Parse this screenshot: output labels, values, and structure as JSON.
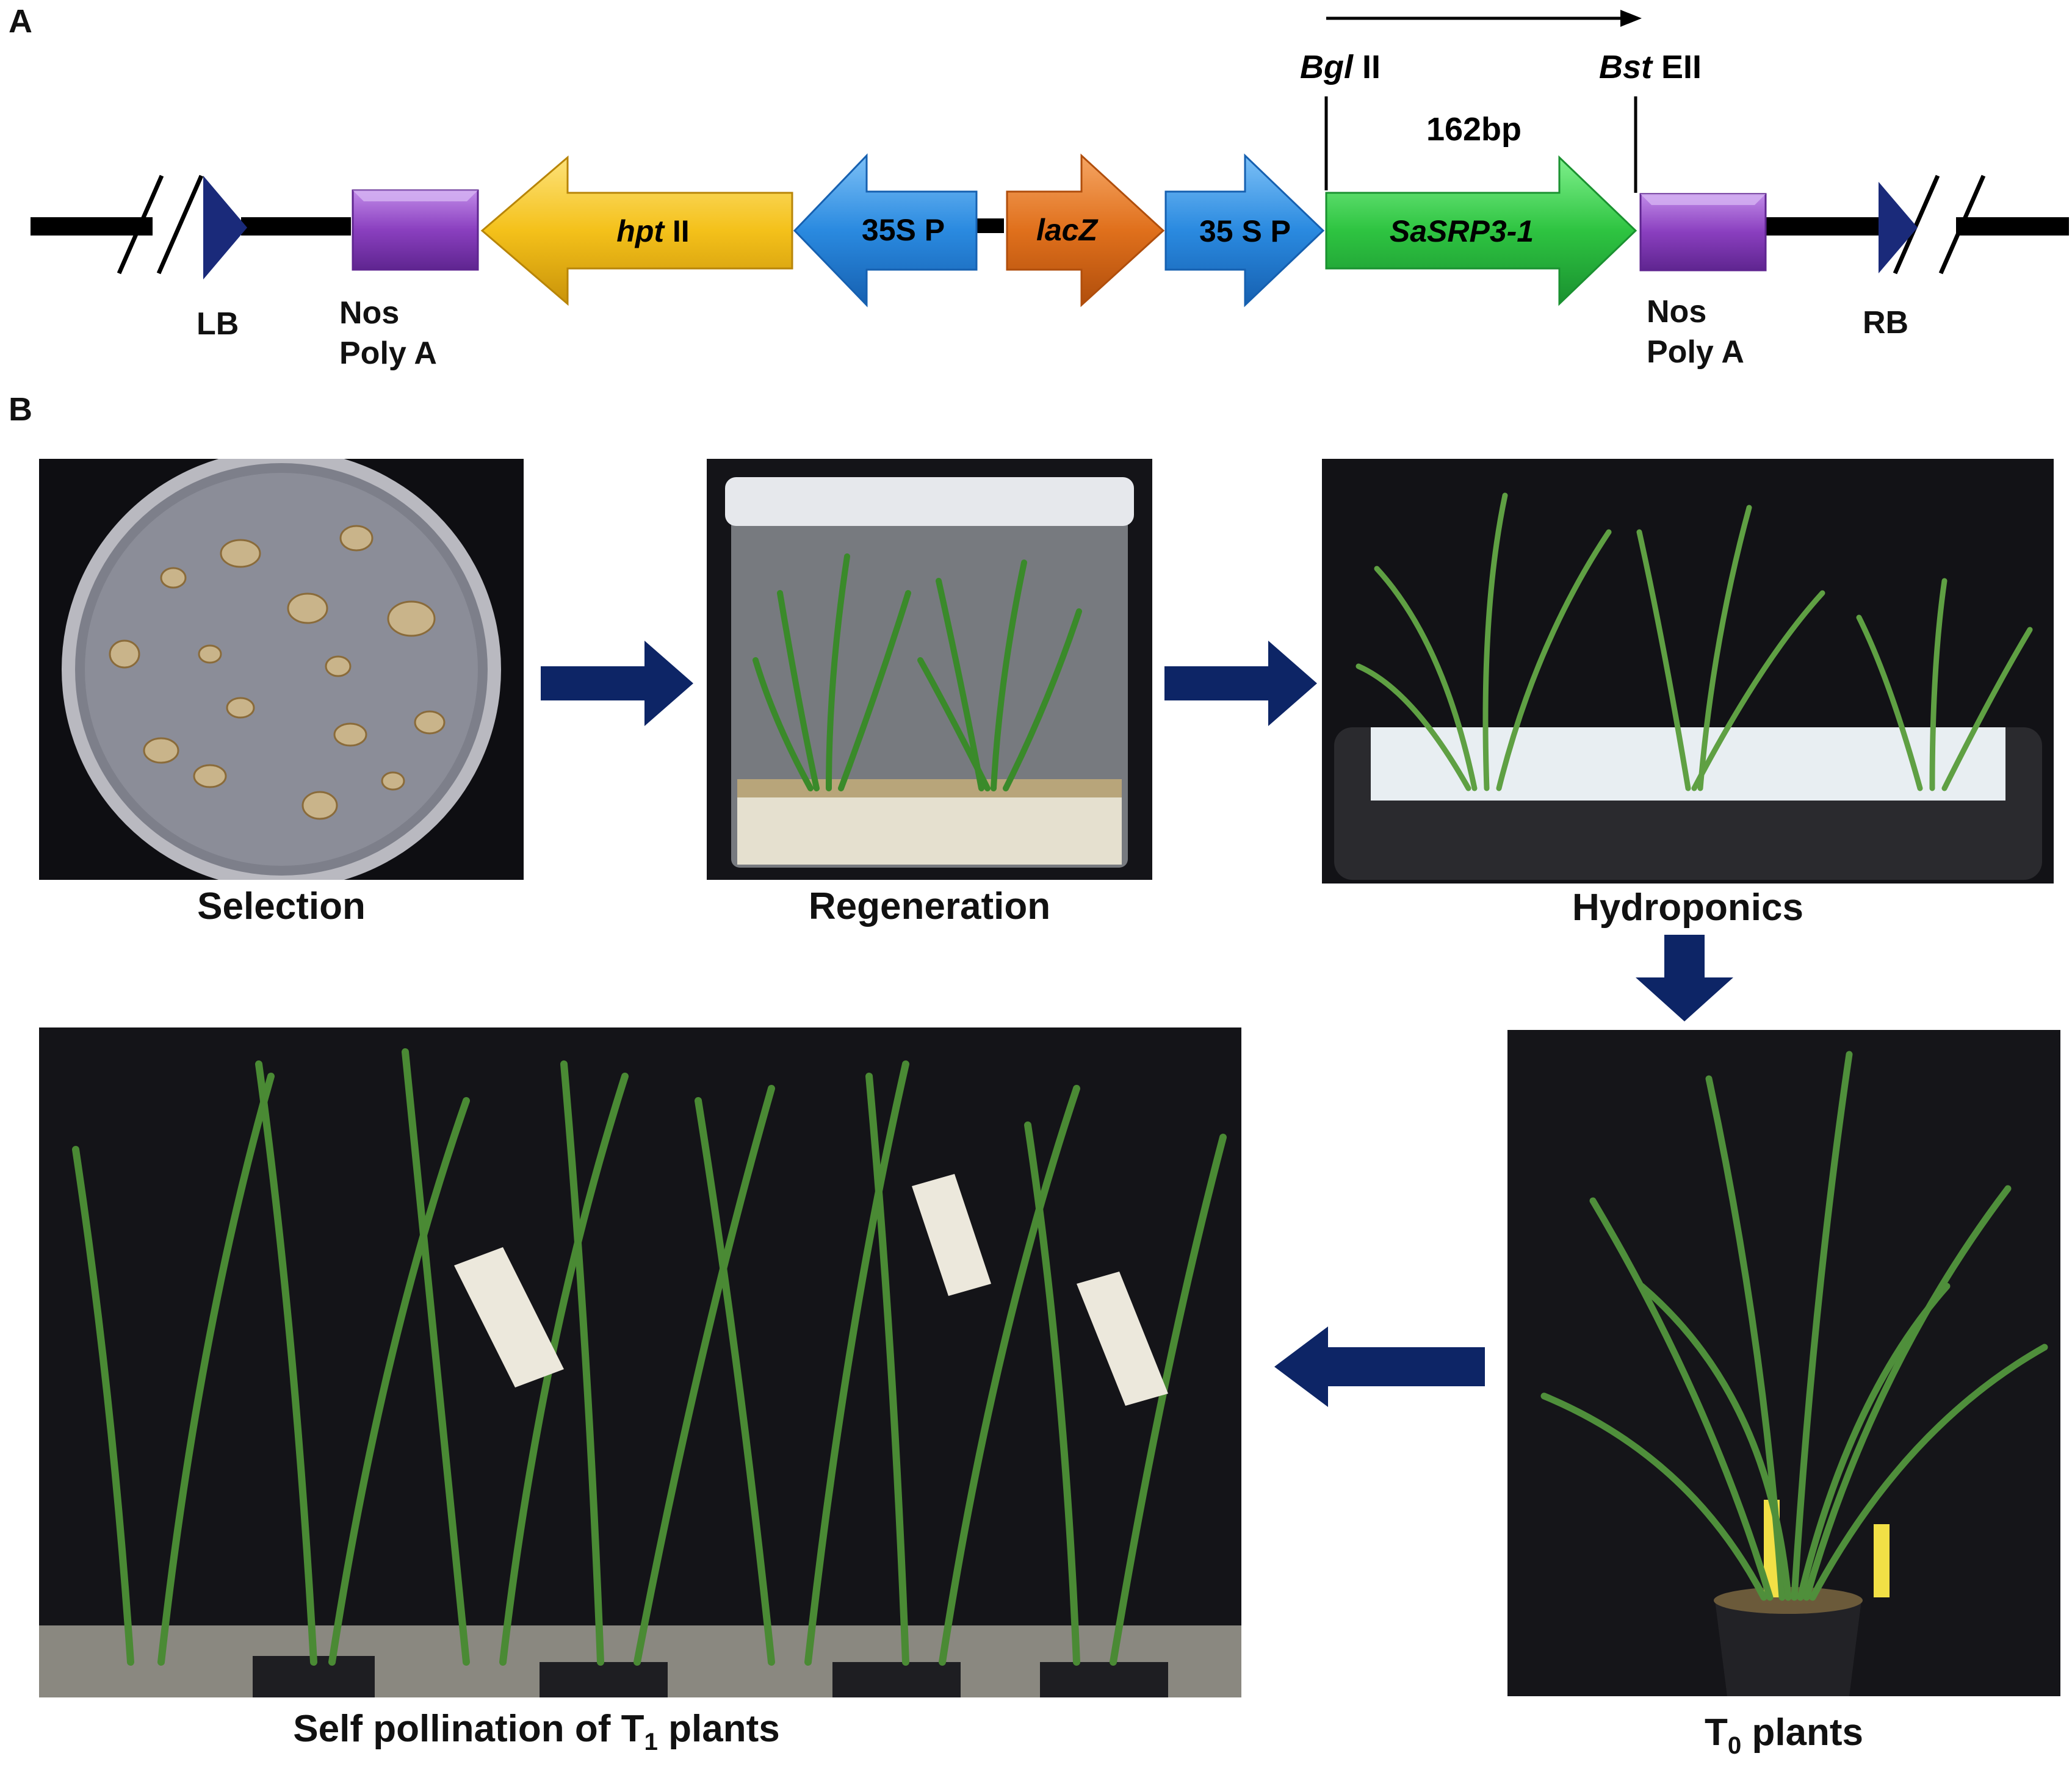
{
  "panels": {
    "a": "A",
    "b": "B"
  },
  "construct": {
    "LB": "LB",
    "RB": "RB",
    "nos_left_line1": "Nos",
    "nos_left_line2": "Poly A",
    "nos_right_line1": "Nos",
    "nos_right_line2": "Poly A",
    "hptII_italic": "hpt",
    "hptII_rest": " II",
    "promoter_left": "35S P",
    "lacZ": "lacZ",
    "promoter_right": "35 S P",
    "gene": "SaSRP3-1",
    "site_left_italic": "Bgl",
    "site_left_rest": " II",
    "site_right_italic": "Bst",
    "site_right_rest": " EII",
    "fragment": "162bp",
    "colors": {
      "backbone": "#000000",
      "border_triangle": "#1a2a7a",
      "terminator": "#8a3fbf",
      "hpt": "#f4c11a",
      "promoter": "#2a8ae0",
      "lacZ": "#e0701c",
      "gene": "#2ec441"
    }
  },
  "workflow": {
    "selection": "Selection",
    "regeneration": "Regeneration",
    "hydroponics": "Hydroponics",
    "t0_T": "T",
    "t0_sub": "0",
    "t0_rest": " plants",
    "t1_pre": "Self pollination of T",
    "t1_sub": "1",
    "t1_rest": " plants",
    "arrow_color": "#0d2566"
  }
}
